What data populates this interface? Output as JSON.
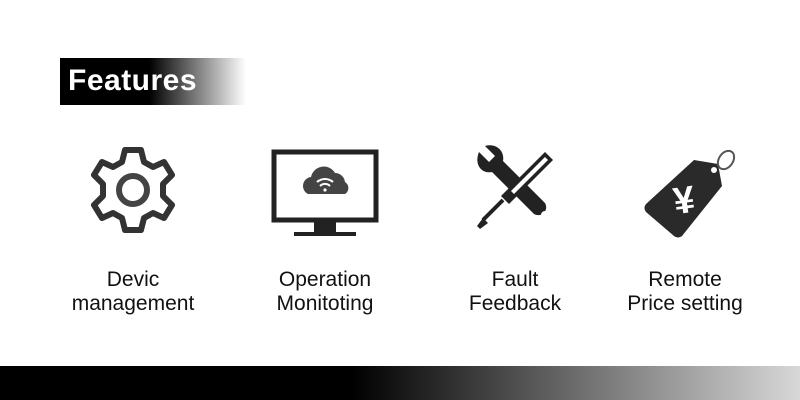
{
  "header": {
    "title": "Features"
  },
  "features": [
    {
      "icon": "gear-icon",
      "line1": "Devic",
      "line2": "management"
    },
    {
      "icon": "monitor-cloud-icon",
      "line1": "Operation",
      "line2": "Monitoting"
    },
    {
      "icon": "wrench-screwdriver-icon",
      "line1": "Fault",
      "line2": "Feedback"
    },
    {
      "icon": "price-tag-yen-icon",
      "line1": "Remote",
      "line2": "Price setting"
    }
  ],
  "tag_symbol": "¥"
}
